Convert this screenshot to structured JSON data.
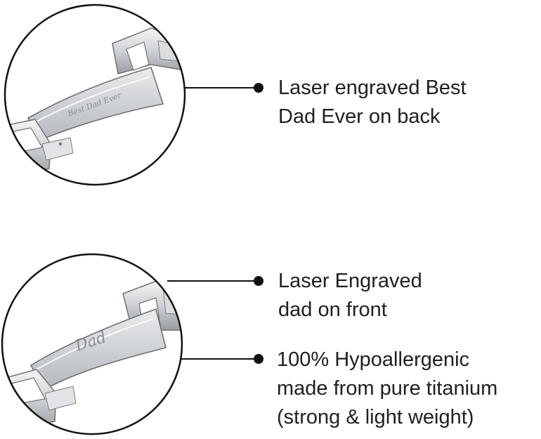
{
  "image": {
    "bullet_color": "#111111",
    "line_color": "#111111",
    "metal_color": "#c9ccd0"
  },
  "callouts": [
    {
      "lines": [
        "Laser engraved Best",
        "Dad Ever on back"
      ]
    },
    {
      "lines": [
        "Laser Engraved",
        "dad on front"
      ]
    },
    {
      "lines": [
        "100% Hypoallergenic",
        "made from pure titanium",
        "(strong & light weight)"
      ]
    }
  ],
  "engravings": {
    "back": "Best Dad Ever",
    "front": "Dad"
  }
}
